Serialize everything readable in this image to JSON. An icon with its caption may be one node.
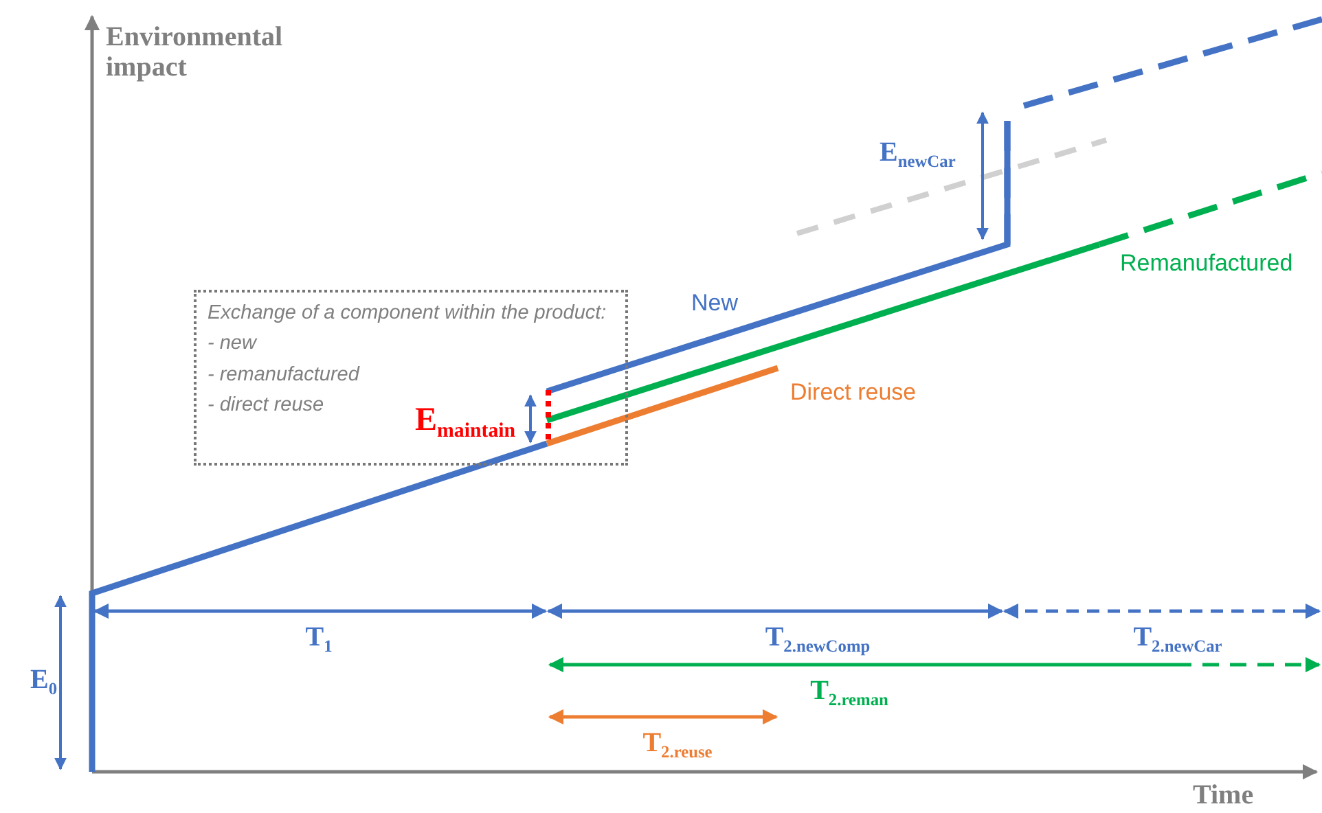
{
  "diagram": {
    "nodes": [
      {
        "text": [
          "Exchange of a component within the product:",
          "- new",
          "- remanufactured",
          "- direct reuse"
        ]
      }
    ],
    "labels": [
      "Environmental impact",
      "E$_{newCar}$",
      "Remanufactured",
      "New",
      "Direct reuse",
      "E$_{maintain}$",
      "T$_{1}$",
      "T$_{2.newComp}$",
      "T$_{2.newCar}$",
      "E$_{0}$",
      "T$_{2.reman}$",
      "T$_{2.reuse}$",
      "Time"
    ]
  }
}
